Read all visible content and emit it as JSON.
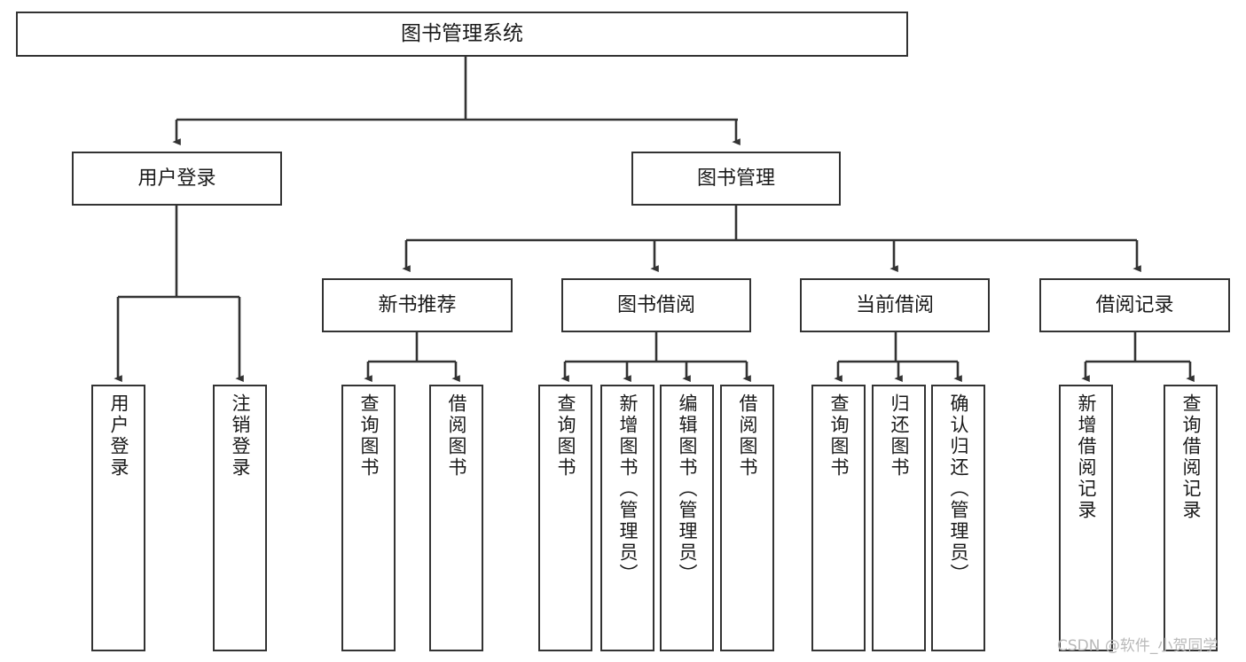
{
  "diagram": {
    "title": "图书管理系统",
    "type": "tree-hierarchy-diagram",
    "orientation": "top-down",
    "colors": {
      "stroke": "#333333",
      "fill": "#ffffff",
      "text": "#1a1a1a",
      "watermark": "#b9b9b9"
    },
    "watermark": "CSDN @软件_小贺同学"
  },
  "nodes": {
    "root": {
      "label": "图书管理系统"
    },
    "level2": [
      {
        "label": "用户登录"
      },
      {
        "label": "图书管理"
      }
    ],
    "level3": [
      {
        "label": "新书推荐"
      },
      {
        "label": "图书借阅"
      },
      {
        "label": "当前借阅"
      },
      {
        "label": "借阅记录"
      }
    ],
    "leaves": {
      "user_login": [
        {
          "label": "用户登录"
        },
        {
          "label": "注销登录"
        }
      ],
      "new_book": [
        {
          "label": "查询图书"
        },
        {
          "label": "借阅图书"
        }
      ],
      "book_borrow": [
        {
          "label": "查询图书"
        },
        {
          "label": "新增图书（管理员）"
        },
        {
          "label": "编辑图书（管理员）"
        },
        {
          "label": "借阅图书"
        }
      ],
      "current_borrow": [
        {
          "label": "查询图书"
        },
        {
          "label": "归还图书"
        },
        {
          "label": "确认归还（管理员）"
        }
      ],
      "borrow_record": [
        {
          "label": "新增借阅记录"
        },
        {
          "label": "查询借阅记录"
        }
      ]
    }
  }
}
